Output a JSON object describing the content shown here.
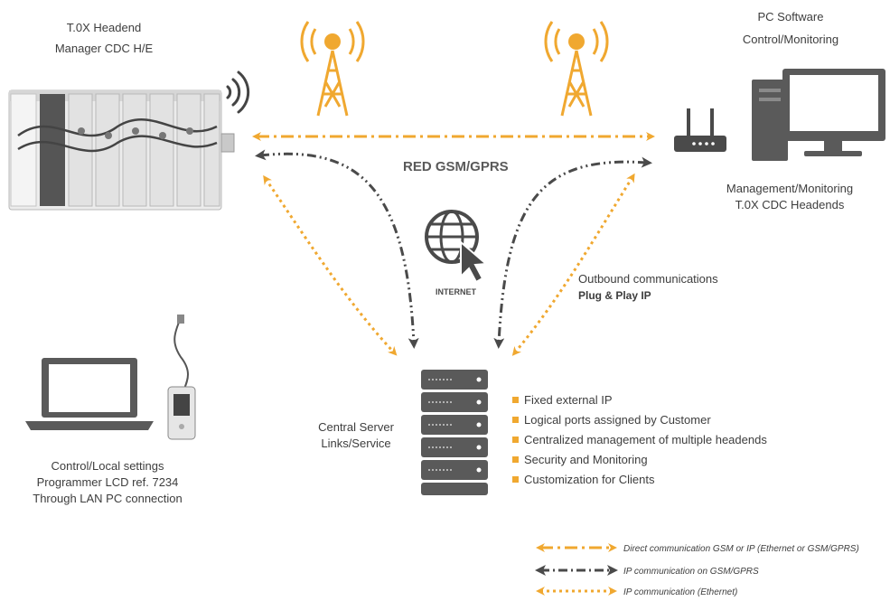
{
  "headend": {
    "title_line1": "T.0X Headend",
    "title_line2": "Manager CDC H/E"
  },
  "pc_software": {
    "line1": "PC Software",
    "line2": "Control/Monitoring"
  },
  "management": {
    "line1": "Management/Monitoring",
    "line2": "T.0X CDC Headends"
  },
  "network_label": "RED GSM/GPRS",
  "internet_label": "INTERNET",
  "outbound": {
    "line1": "Outbound communications",
    "line2": "Plug & Play IP"
  },
  "local": {
    "line1": "Control/Local settings",
    "line2": "Programmer LCD ref. 7234",
    "line3": "Through LAN PC connection"
  },
  "server": {
    "line1": "Central Server",
    "line2": "Links/Service"
  },
  "features": [
    "Fixed external IP",
    "Logical ports assigned by Customer",
    "Centralized management of multiple headends",
    "Security and Monitoring",
    "Customization for Clients"
  ],
  "legend": [
    "Direct communication GSM or IP (Ethernet or GSM/GPRS)",
    "IP communication on GSM/GPRS",
    "IP communication (Ethernet)"
  ],
  "colors": {
    "orange": "#f0a830",
    "dark_gray": "#4a4a4a",
    "device_gray": "#5a5a5a"
  }
}
